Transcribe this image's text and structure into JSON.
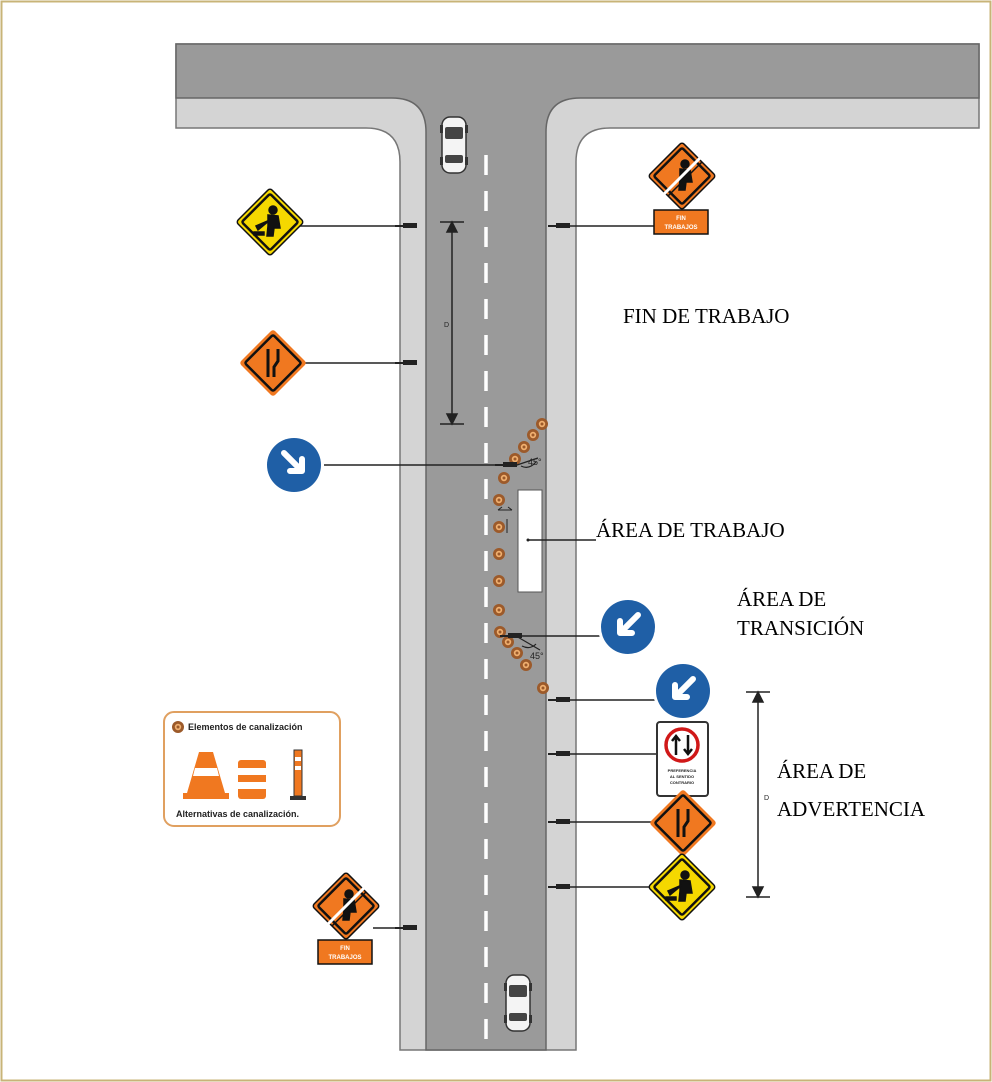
{
  "labels": {
    "fin_de_trabajo": "FIN DE TRABAJO",
    "area_de_trabajo": "ÁREA DE TRABAJO",
    "area_de_transicion_1": "ÁREA DE",
    "area_de_transicion_2": "TRANSICIÓN",
    "area_de_advertencia_1": "ÁREA DE",
    "area_de_advertencia_2": "ADVERTENCIA"
  },
  "measurements": {
    "distance_d": "D",
    "angle_top": "45°",
    "angle_bottom": "45°"
  },
  "sign_text": {
    "fin_trabajos_line1": "FIN",
    "fin_trabajos_line2": "TRABAJOS",
    "preferencia_line1": "PREFERENCIA",
    "preferencia_line2": "AL SENTIDO",
    "preferencia_line3": "CONTRARIO"
  },
  "legend": {
    "elements_title": "Elementos de canalización",
    "alternatives_title": "Alternativas de canalización."
  },
  "colors": {
    "frame_border": "#c8b478",
    "road_asphalt": "#999999",
    "shoulder": "#d8d8d8",
    "warning_orange": "#f07820",
    "warning_yellow": "#f5d800",
    "regulatory_blue": "#1f5fa6",
    "cone_brown": "#9c5a2a"
  },
  "icons": [
    "worker-warning-sign-icon",
    "road-narrows-sign-icon",
    "keep-right-sign-icon",
    "keep-left-sign-icon",
    "two-way-priority-sign-icon",
    "end-of-work-sign-icon",
    "car-icon",
    "traffic-cone-icon",
    "barrel-icon",
    "delineator-post-icon"
  ]
}
